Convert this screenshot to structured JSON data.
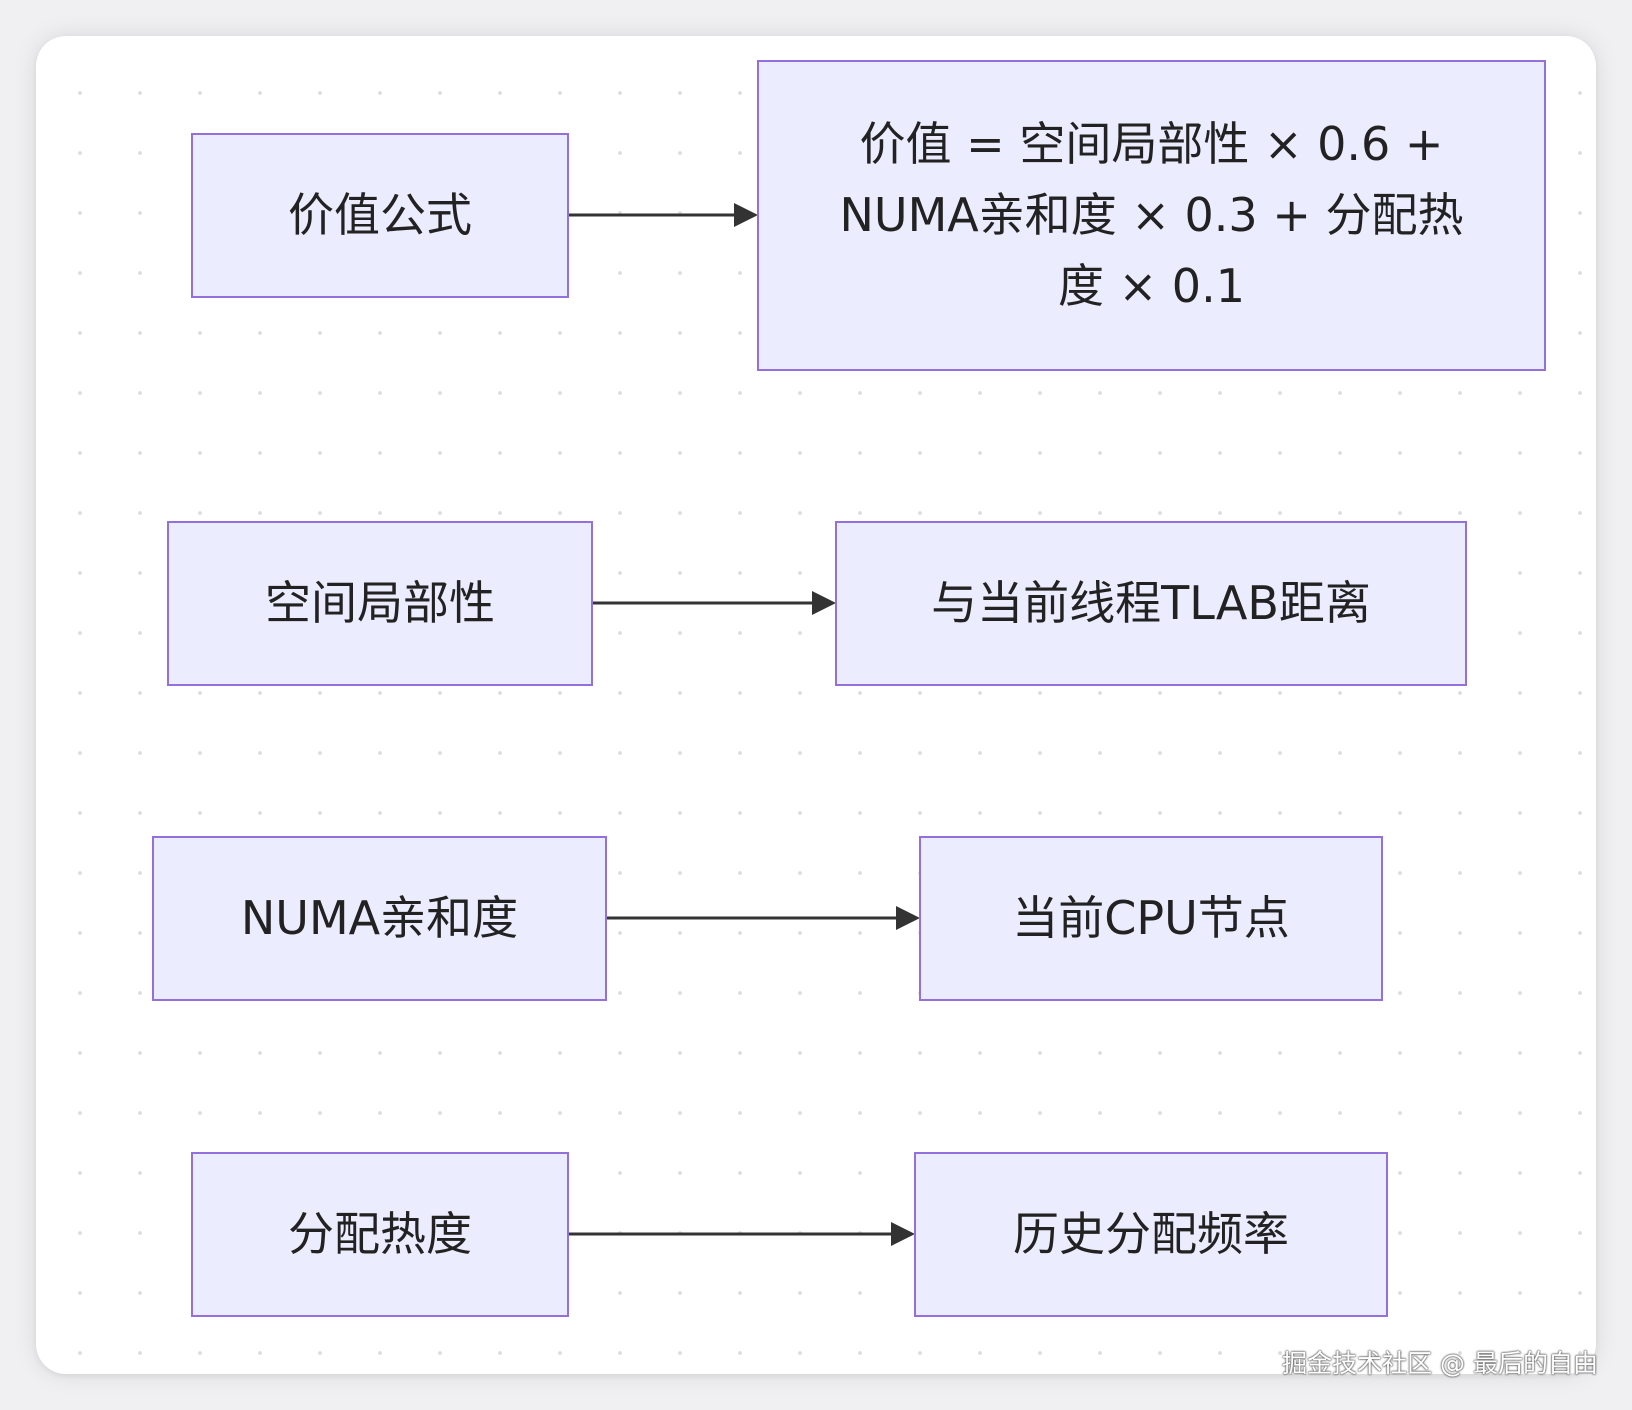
{
  "nodes": {
    "value_formula": "价值公式",
    "formula_text": "价值 = 空间局部性 × 0.6 + NUMA亲和度 × 0.3 + 分配热度 × 0.1",
    "spatial_locality": "空间局部性",
    "tlab_distance": "与当前线程TLAB距离",
    "numa_affinity": "NUMA亲和度",
    "current_cpu_node": "当前CPU节点",
    "allocation_heat": "分配热度",
    "history_frequency": "历史分配频率"
  },
  "edges": [
    {
      "from": "value_formula",
      "to": "formula_text"
    },
    {
      "from": "spatial_locality",
      "to": "tlab_distance"
    },
    {
      "from": "numa_affinity",
      "to": "current_cpu_node"
    },
    {
      "from": "allocation_heat",
      "to": "history_frequency"
    }
  ],
  "colors": {
    "node_fill": "#ececff",
    "node_border": "#9370db",
    "edge": "#333333",
    "text": "#222222"
  },
  "watermark": "掘金技术社区 @ 最后的自由"
}
